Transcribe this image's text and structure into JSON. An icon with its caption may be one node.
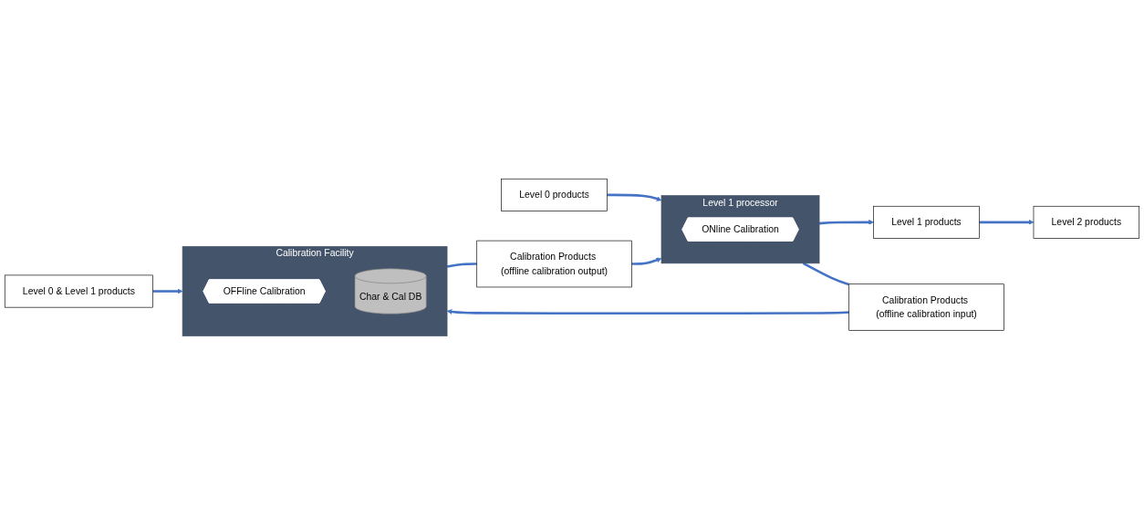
{
  "diagram": {
    "nodes": [
      {
        "text": [
          "Level 0 products"
        ]
      },
      {
        "text": [
          "Level 1 processor"
        ]
      },
      {
        "text": [
          "ONline Calibration"
        ],
        "in": 1
      },
      {
        "text": [
          "Level 1 products"
        ]
      },
      {
        "text": [
          "Level 2 products"
        ]
      },
      {
        "text": [
          "Calibration Products (offline calibration output)"
        ]
      },
      {
        "text": [
          "Calibration Products (offline calibration input)"
        ]
      },
      {
        "text": [
          "Level 0 & Level 1 products"
        ]
      },
      {
        "text": [
          "Calibration Facility"
        ]
      },
      {
        "text": [
          "OFFline Calibration"
        ],
        "in": 8
      },
      {
        "text": [
          "Char & Cal DB"
        ],
        "in": 8
      }
    ],
    "edges": [
      {
        "from": 0,
        "to": 1,
        "arrow": "to"
      },
      {
        "from": 1,
        "to": 3,
        "arrow": "to"
      },
      {
        "from": 3,
        "to": 4,
        "arrow": "to"
      },
      {
        "from": 8,
        "to": 5,
        "arrow": "none"
      },
      {
        "from": 5,
        "to": 1,
        "arrow": "to"
      },
      {
        "from": 1,
        "to": 6,
        "arrow": "none"
      },
      {
        "from": 6,
        "to": 8,
        "arrow": "to"
      },
      {
        "from": 7,
        "to": 8,
        "arrow": "to"
      }
    ]
  }
}
